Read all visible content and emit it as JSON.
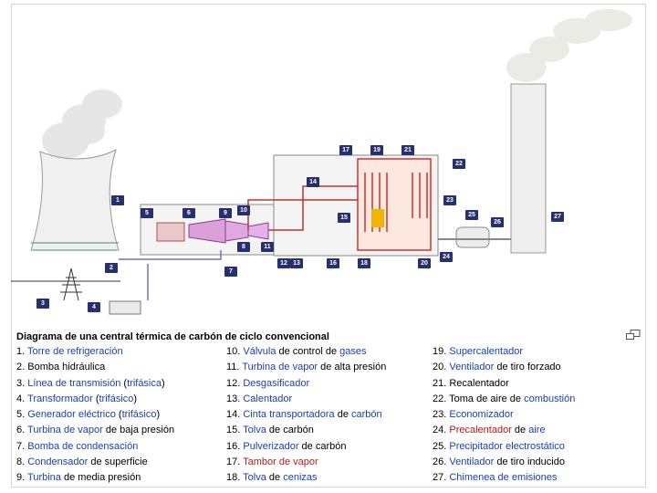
{
  "caption": "Diagrama de una central térmica de carbón de ciclo convencional",
  "labels": [
    "1",
    "2",
    "3",
    "4",
    "5",
    "6",
    "7",
    "8",
    "9",
    "10",
    "11",
    "12",
    "13",
    "14",
    "15",
    "16",
    "17",
    "18",
    "19",
    "20",
    "21",
    "22",
    "23",
    "24",
    "25",
    "26",
    "27"
  ],
  "legend": {
    "col1": [
      {
        "n": "1.",
        "parts": [
          {
            "t": "Torre de refrigeración",
            "c": "blue"
          }
        ]
      },
      {
        "n": "2.",
        "parts": [
          {
            "t": "Bomba hidráulica",
            "c": "plain"
          }
        ]
      },
      {
        "n": "3.",
        "parts": [
          {
            "t": "Línea de transmisión",
            "c": "blue"
          },
          {
            "t": " (",
            "c": "plain"
          },
          {
            "t": "trifásica",
            "c": "blue"
          },
          {
            "t": ")",
            "c": "plain"
          }
        ]
      },
      {
        "n": "4.",
        "parts": [
          {
            "t": "Transformador",
            "c": "blue"
          },
          {
            "t": " (",
            "c": "plain"
          },
          {
            "t": "trifásico",
            "c": "blue"
          },
          {
            "t": ")",
            "c": "plain"
          }
        ]
      },
      {
        "n": "5.",
        "parts": [
          {
            "t": "Generador eléctrico",
            "c": "blue"
          },
          {
            "t": " (",
            "c": "plain"
          },
          {
            "t": "trifásico",
            "c": "blue"
          },
          {
            "t": ")",
            "c": "plain"
          }
        ]
      },
      {
        "n": "6.",
        "parts": [
          {
            "t": "Turbina de vapor",
            "c": "blue"
          },
          {
            "t": " de baja presión",
            "c": "plain"
          }
        ]
      },
      {
        "n": "7.",
        "parts": [
          {
            "t": "Bomba de condensación",
            "c": "blue"
          }
        ]
      },
      {
        "n": "8.",
        "parts": [
          {
            "t": "Condensador",
            "c": "blue"
          },
          {
            "t": " de superficie",
            "c": "plain"
          }
        ]
      },
      {
        "n": "9.",
        "parts": [
          {
            "t": "Turbina",
            "c": "blue"
          },
          {
            "t": " de media presión",
            "c": "plain"
          }
        ]
      }
    ],
    "col2": [
      {
        "n": "10.",
        "parts": [
          {
            "t": "Válvula",
            "c": "blue"
          },
          {
            "t": " de control de ",
            "c": "plain"
          },
          {
            "t": "gases",
            "c": "blue"
          }
        ]
      },
      {
        "n": "11.",
        "parts": [
          {
            "t": "Turbina de vapor",
            "c": "blue"
          },
          {
            "t": " de alta presión",
            "c": "plain"
          }
        ]
      },
      {
        "n": "12.",
        "parts": [
          {
            "t": "Desgasificador",
            "c": "blue"
          }
        ]
      },
      {
        "n": "13.",
        "parts": [
          {
            "t": "Calentador",
            "c": "blue"
          }
        ]
      },
      {
        "n": "14.",
        "parts": [
          {
            "t": "Cinta transportadora",
            "c": "blue"
          },
          {
            "t": " de ",
            "c": "plain"
          },
          {
            "t": "carbón",
            "c": "blue"
          }
        ]
      },
      {
        "n": "15.",
        "parts": [
          {
            "t": "Tolva",
            "c": "blue"
          },
          {
            "t": " de carbón",
            "c": "plain"
          }
        ]
      },
      {
        "n": "16.",
        "parts": [
          {
            "t": "Pulverizador",
            "c": "blue"
          },
          {
            "t": " de carbón",
            "c": "plain"
          }
        ]
      },
      {
        "n": "17.",
        "parts": [
          {
            "t": "Tambor de vapor",
            "c": "red"
          }
        ]
      },
      {
        "n": "18.",
        "parts": [
          {
            "t": "Tolva",
            "c": "blue"
          },
          {
            "t": " de ",
            "c": "plain"
          },
          {
            "t": "cenizas",
            "c": "blue"
          }
        ]
      }
    ],
    "col3": [
      {
        "n": "19.",
        "parts": [
          {
            "t": "Supercalentador",
            "c": "blue"
          }
        ]
      },
      {
        "n": "20.",
        "parts": [
          {
            "t": "Ventilador",
            "c": "blue"
          },
          {
            "t": " de tiro forzado",
            "c": "plain"
          }
        ]
      },
      {
        "n": "21.",
        "parts": [
          {
            "t": "Recalentador",
            "c": "plain"
          }
        ]
      },
      {
        "n": "22.",
        "parts": [
          {
            "t": "Toma de aire de ",
            "c": "plain"
          },
          {
            "t": "combustión",
            "c": "blue"
          }
        ]
      },
      {
        "n": "23.",
        "parts": [
          {
            "t": "Economizador",
            "c": "blue"
          }
        ]
      },
      {
        "n": "24.",
        "parts": [
          {
            "t": "Precalentador",
            "c": "red"
          },
          {
            "t": " de ",
            "c": "plain"
          },
          {
            "t": "aire",
            "c": "blue"
          }
        ]
      },
      {
        "n": "25.",
        "parts": [
          {
            "t": "Precipitador electrostático",
            "c": "blue"
          }
        ]
      },
      {
        "n": "26.",
        "parts": [
          {
            "t": "Ventilador",
            "c": "blue"
          },
          {
            "t": " de tiro inducido",
            "c": "plain"
          }
        ]
      },
      {
        "n": "27.",
        "parts": [
          {
            "t": "Chimenea de emisiones",
            "c": "blue"
          }
        ]
      }
    ]
  }
}
